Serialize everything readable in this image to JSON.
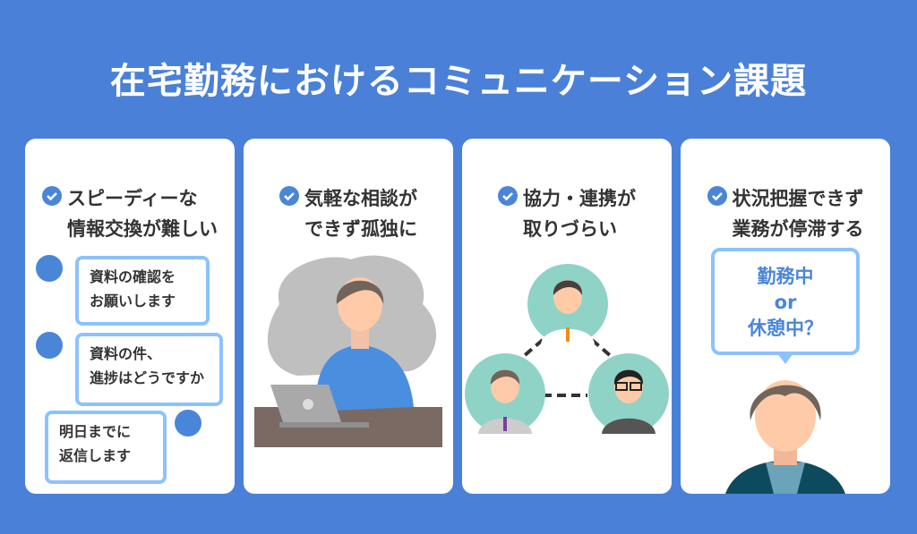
{
  "title": "在宅勤務におけるコミュニケーション課題",
  "colors": {
    "background": "#4a80d8",
    "accent": "#4a86d8",
    "bubble_border": "#8cc2ff"
  },
  "cards": [
    {
      "heading": [
        "スピーディーな",
        "情報交換が難しい"
      ],
      "icon": "check-circle-icon",
      "messages": [
        [
          "資料の確認を",
          "お願いします"
        ],
        [
          "資料の件、",
          "進捗はどうですか"
        ],
        [
          "明日までに",
          "返信します"
        ]
      ]
    },
    {
      "heading": [
        "気軽な相談が",
        "できず孤独に"
      ],
      "icon": "check-circle-icon",
      "illustration": "person-alone-laptop"
    },
    {
      "heading": [
        "協力・連携が",
        "取りづらい"
      ],
      "icon": "check-circle-icon",
      "illustration": "three-people-network"
    },
    {
      "heading": [
        "状況把握できず",
        "業務が停滞する"
      ],
      "icon": "check-circle-icon",
      "question": [
        "勤務中",
        "or",
        "休憩中？"
      ],
      "illustration": "person-faceless"
    }
  ]
}
